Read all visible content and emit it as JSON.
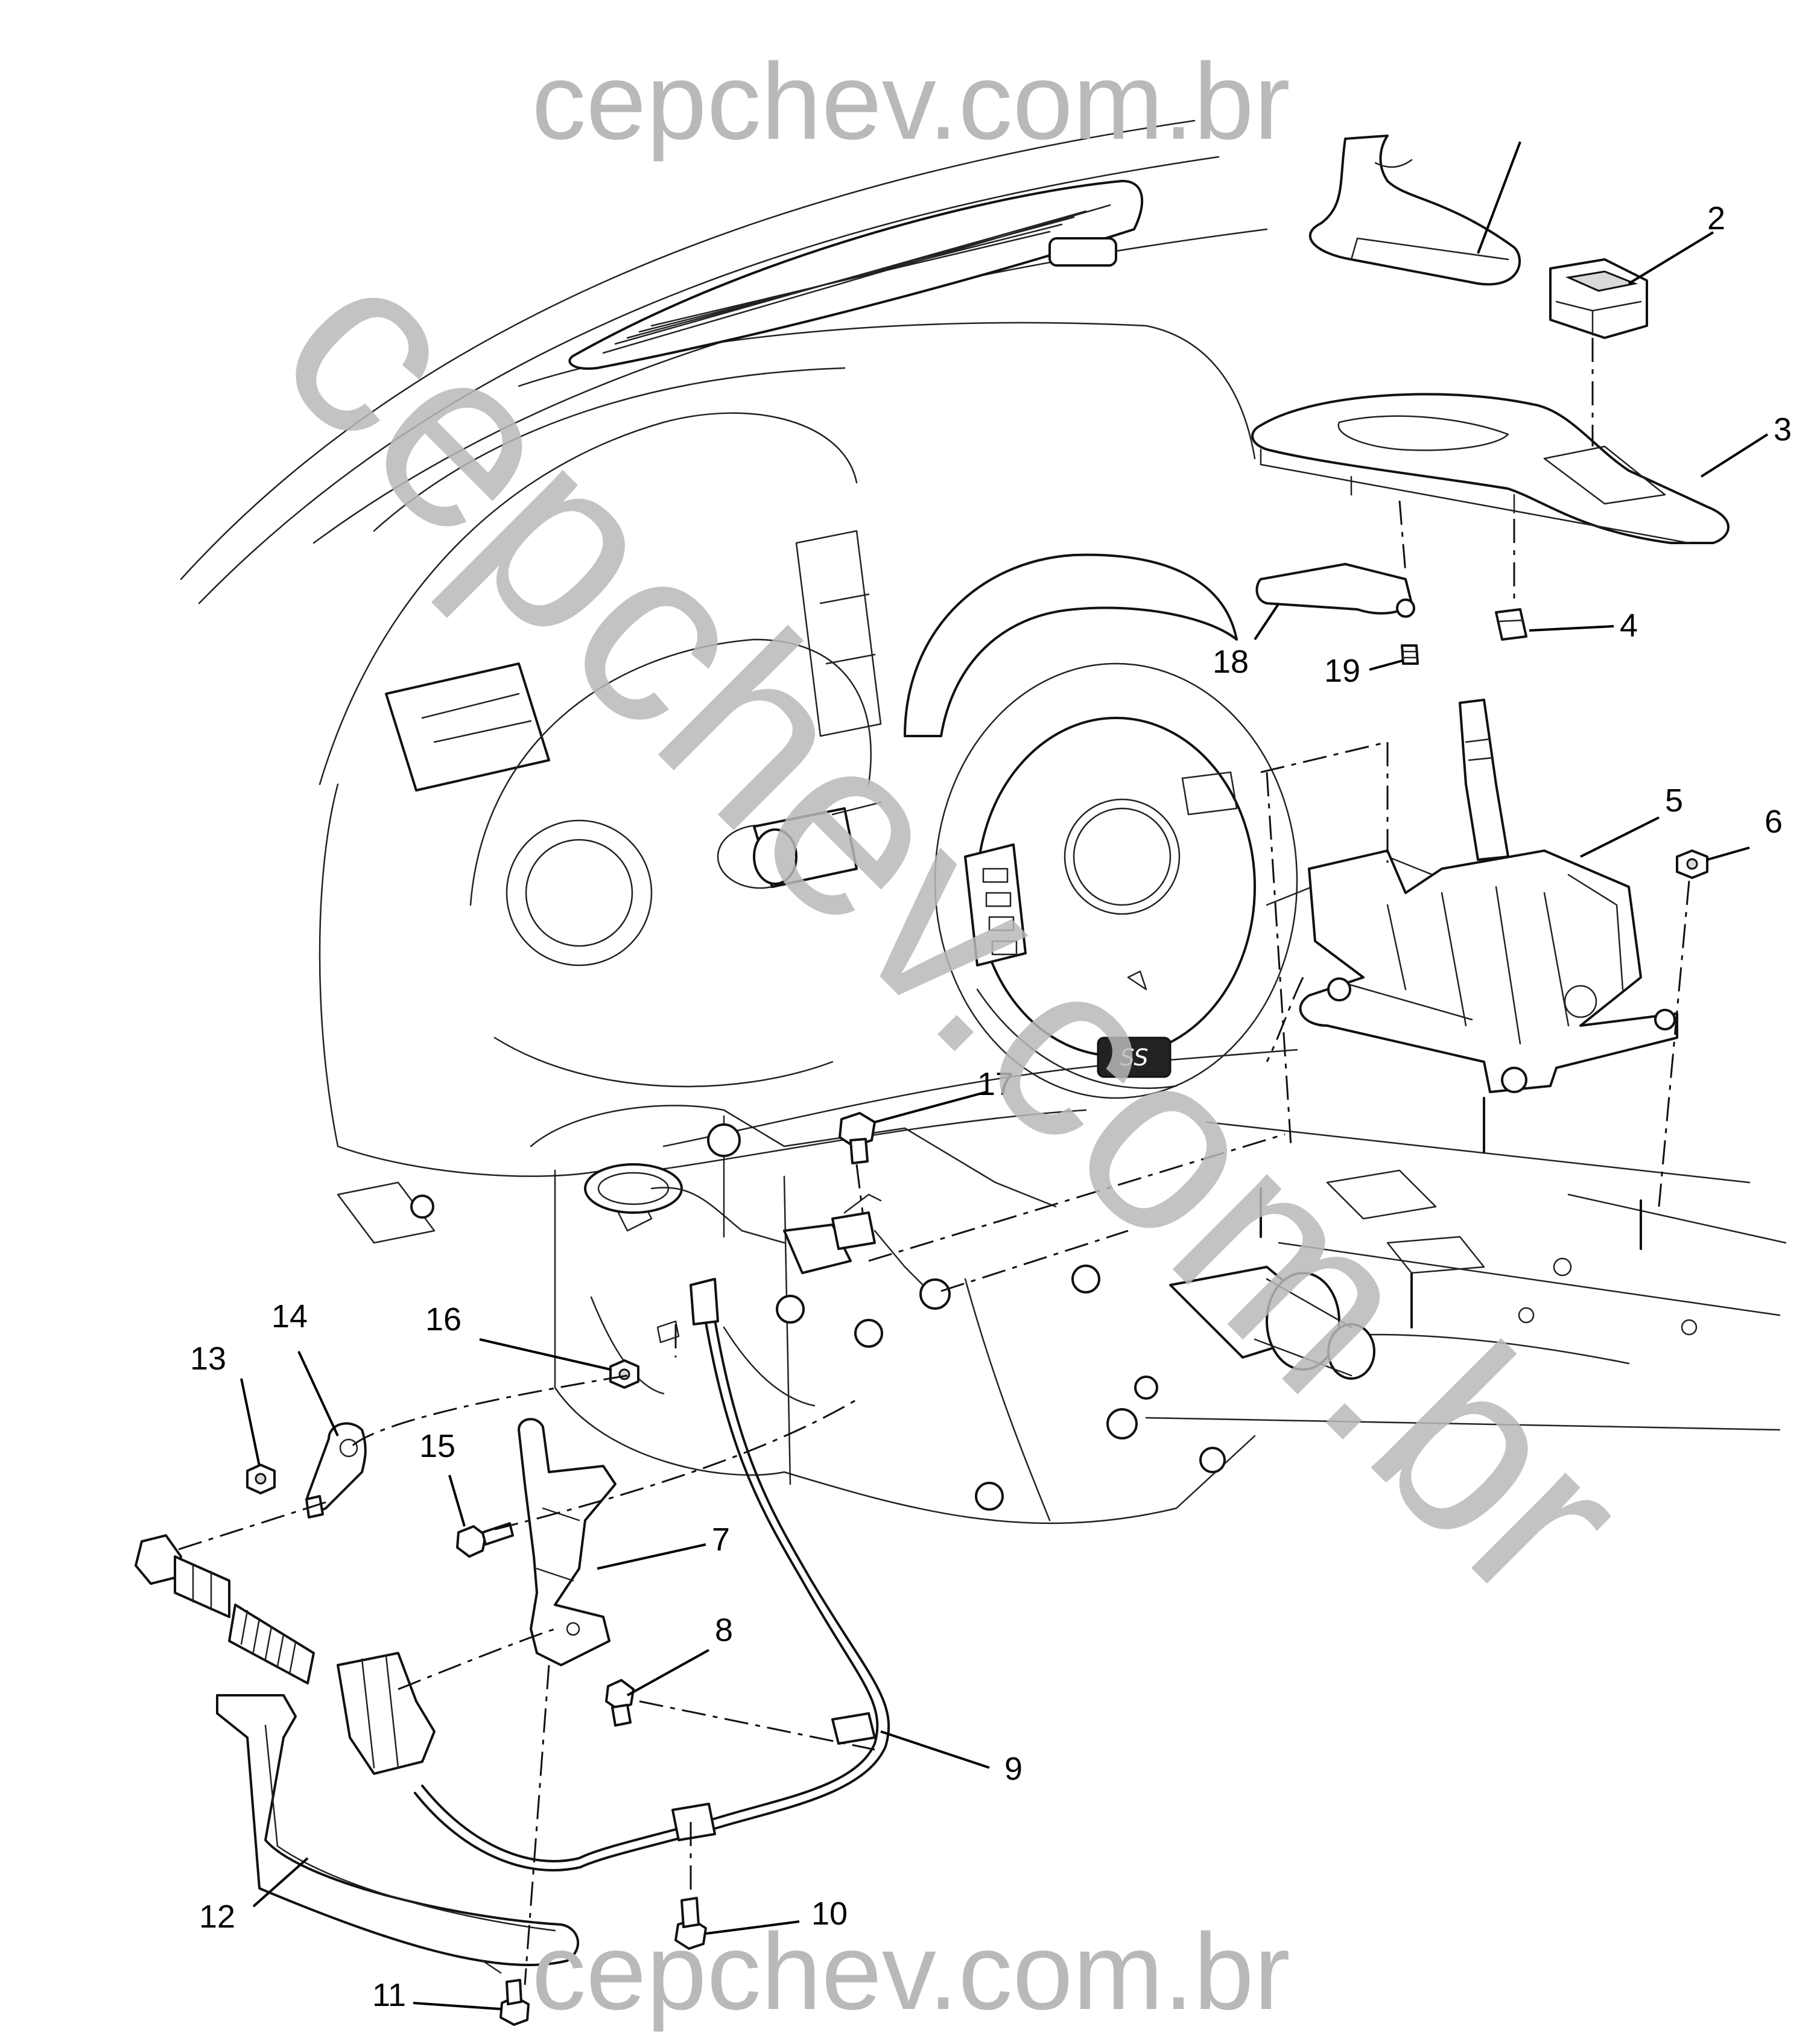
{
  "watermarks": {
    "top": "cepchev.com.br",
    "bottom": "cepchev.com.br",
    "diagonal": "cepchev.com.br"
  },
  "callouts": {
    "c2": "2",
    "c3": "3",
    "c4": "4",
    "c5": "5",
    "c6": "6",
    "c7": "7",
    "c8": "8",
    "c9": "9",
    "c10": "10",
    "c11": "11",
    "c12": "12",
    "c13": "13",
    "c14": "14",
    "c15": "15",
    "c16": "16",
    "c17": "17",
    "c18": "18",
    "c19": "19"
  },
  "badge": {
    "steering_logo": "SS"
  }
}
